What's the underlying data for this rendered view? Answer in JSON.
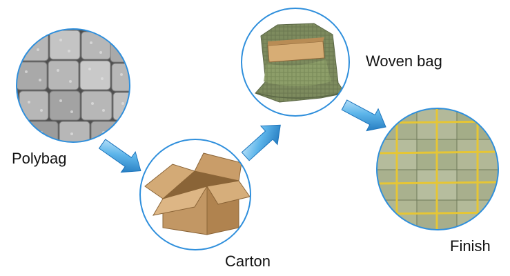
{
  "steps": [
    {
      "id": "polybag",
      "label": "Polybag",
      "image": "bagged-silver-pieces-photo"
    },
    {
      "id": "carton",
      "label": "Carton",
      "image": "open-cardboard-box-photo"
    },
    {
      "id": "woven_bag",
      "label": "Woven bag",
      "image": "green-woven-sack-with-carton-photo"
    },
    {
      "id": "finish",
      "label": "Finish",
      "image": "stacked-wrapped-packages-photo"
    }
  ],
  "arrows": [
    {
      "from": "polybag",
      "to": "carton"
    },
    {
      "from": "carton",
      "to": "woven_bag"
    },
    {
      "from": "woven_bag",
      "to": "finish"
    }
  ],
  "colors": {
    "circle_border": "#2f8fdc",
    "arrow": "#1e7fc8",
    "arrow_light": "#9fd3f3"
  }
}
